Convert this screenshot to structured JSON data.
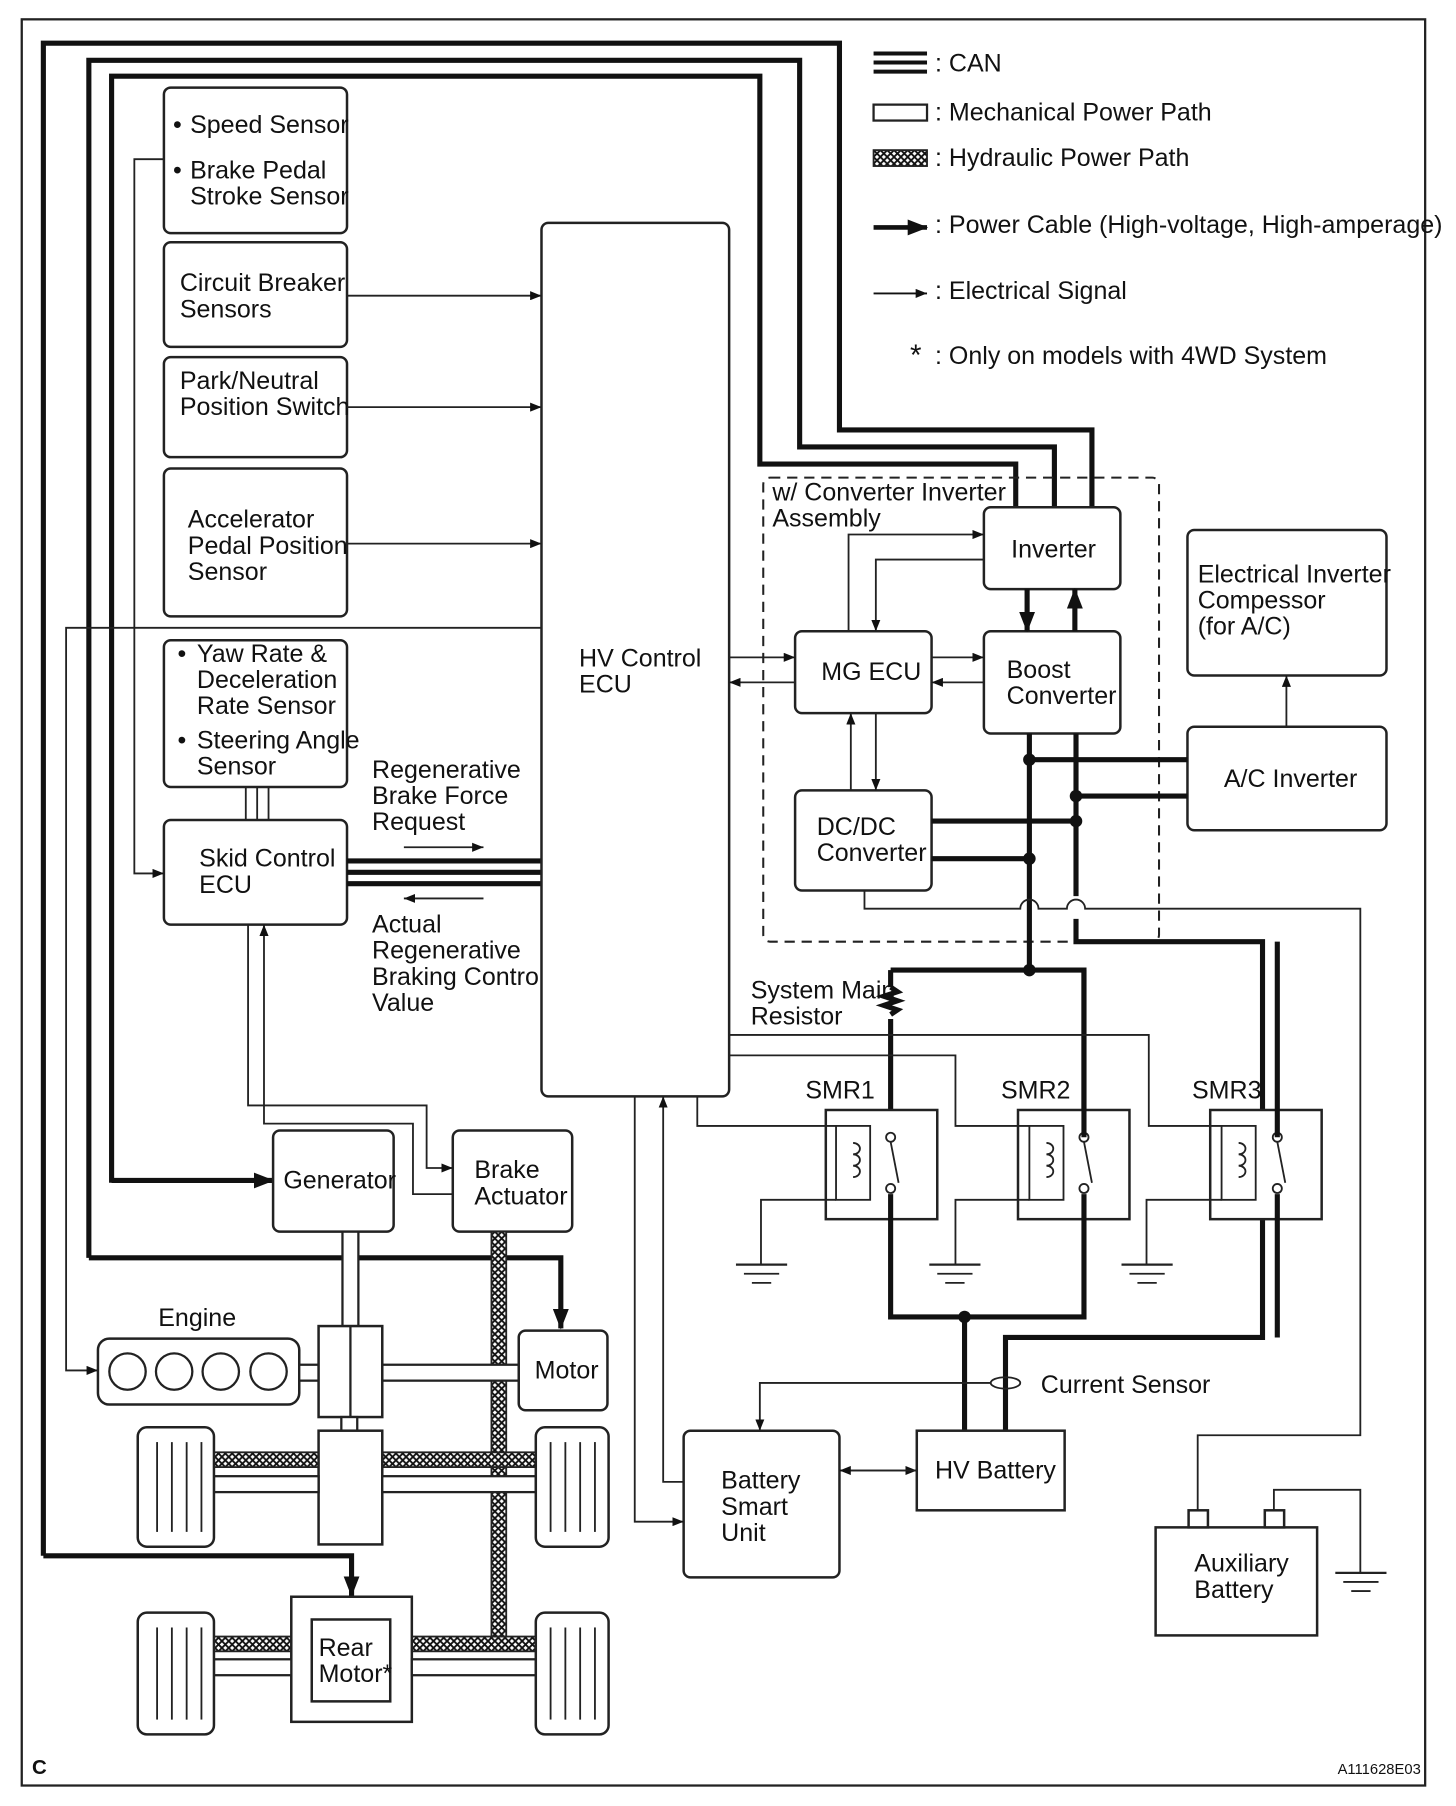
{
  "legend": {
    "can": ": CAN",
    "mechanical": ": Mechanical Power Path",
    "hydraulic": ": Hydraulic Power Path",
    "power_cable": ": Power Cable (High-voltage, High-amperage)",
    "signal": ": Electrical Signal",
    "note_mark": "*",
    "note": ": Only on models with 4WD System"
  },
  "blocks": {
    "speed_sensor": "Speed Sensor",
    "brake_pedal_1": "Brake Pedal",
    "brake_pedal_2": "Stroke Sensor",
    "circuit_breaker_1": "Circuit Breaker",
    "circuit_breaker_2": "Sensors",
    "park_neutral_1": "Park/Neutral",
    "park_neutral_2": "Position Switch",
    "accel_1": "Accelerator",
    "accel_2": "Pedal Position",
    "accel_3": "Sensor",
    "yaw_1": "Yaw Rate &",
    "yaw_2": "Deceleration",
    "yaw_3": "Rate Sensor",
    "steer_1": "Steering Angle",
    "steer_2": "Sensor",
    "skid_1": "Skid Control",
    "skid_2": "ECU",
    "hv_1": "HV Control",
    "hv_2": "ECU",
    "converter_assy_1": "w/ Converter Inverter",
    "converter_assy_2": "Assembly",
    "inverter": "Inverter",
    "mg_ecu": "MG ECU",
    "boost_1": "Boost",
    "boost_2": "Converter",
    "dcdc_1": "DC/DC",
    "dcdc_2": "Converter",
    "eic_1": "Electrical Inverter",
    "eic_2": "Compessor",
    "eic_3": "(for A/C)",
    "ac_inverter": "A/C Inverter",
    "generator": "Generator",
    "brake_act_1": "Brake",
    "brake_act_2": "Actuator",
    "engine": "Engine",
    "motor": "Motor",
    "rear_1": "Rear",
    "rear_2": "Motor*",
    "bsu_1": "Battery",
    "bsu_2": "Smart",
    "bsu_3": "Unit",
    "hv_battery": "HV Battery",
    "aux_1": "Auxiliary",
    "aux_2": "Battery"
  },
  "labels": {
    "regen_req_1": "Regenerative",
    "regen_req_2": "Brake Force",
    "regen_req_3": "Request",
    "actual_1": "Actual",
    "actual_2": "Regenerative",
    "actual_3": "Braking Control",
    "actual_4": "Value",
    "smr_resistor_1": "System Main",
    "smr_resistor_2": "Resistor",
    "smr1": "SMR1",
    "smr2": "SMR2",
    "smr3": "SMR3",
    "current_sensor": "Current Sensor"
  },
  "footer": {
    "letter": "C",
    "code": "A111628E03"
  }
}
